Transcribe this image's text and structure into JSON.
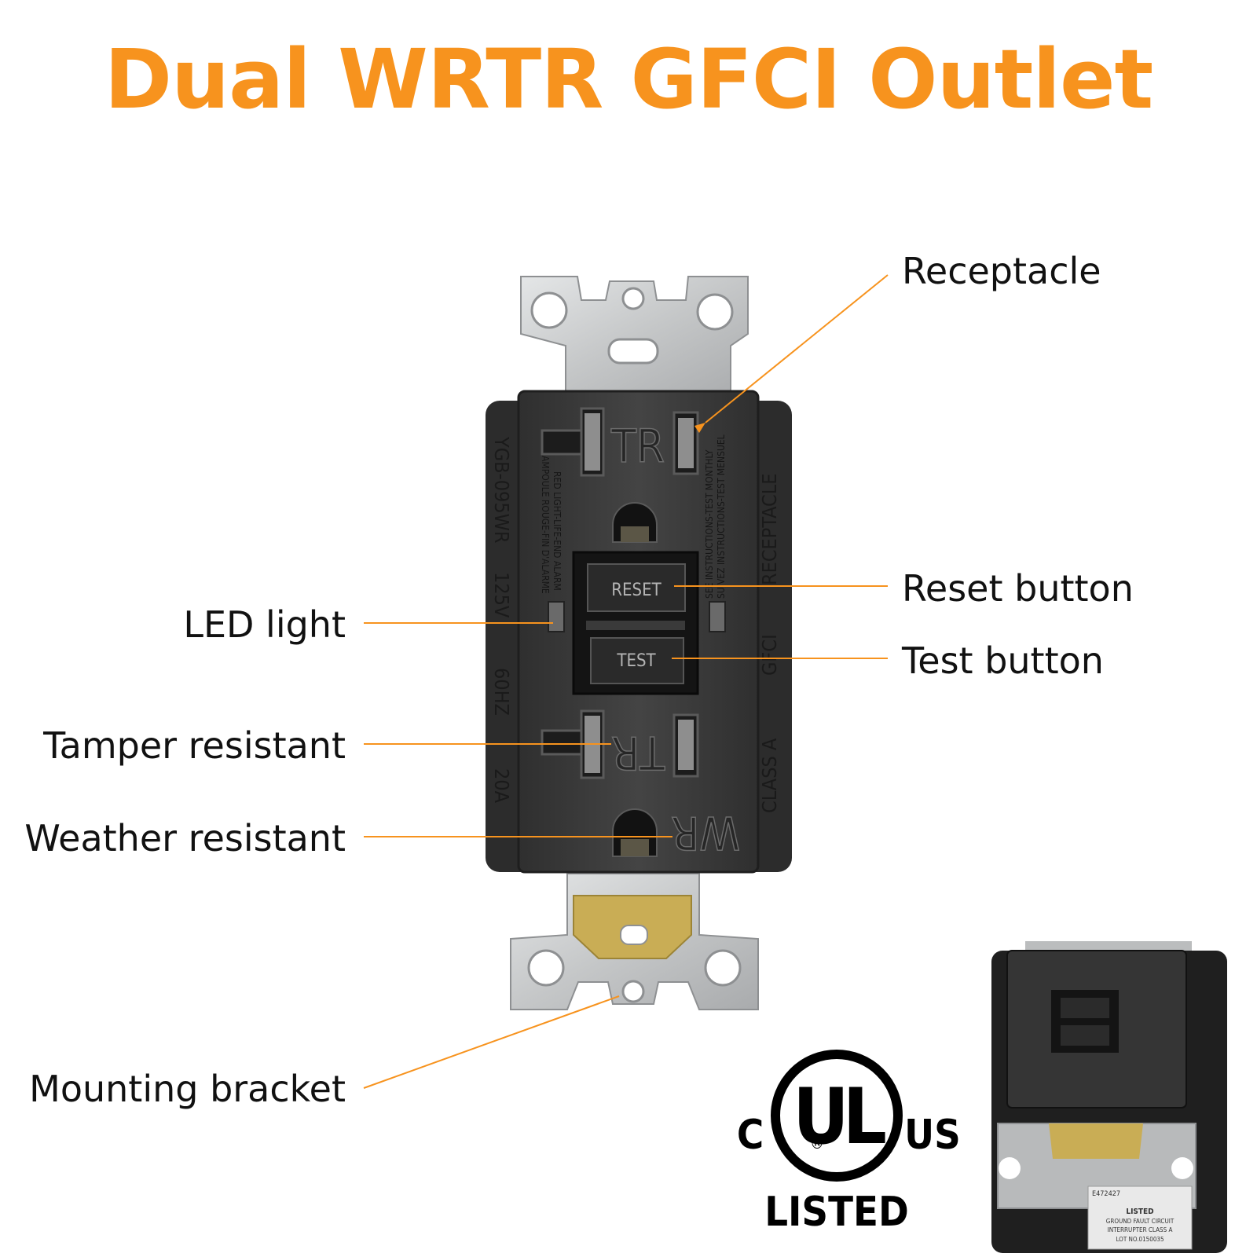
{
  "title": "Dual WRTR GFCI Outlet",
  "colors": {
    "accent": "#F7931E",
    "outlet_body": "#3d3d3d",
    "bracket_metal": "#c9cbcc",
    "brass": "#c9ad55"
  },
  "callouts": {
    "receptacle": "Receptacle",
    "reset_button": "Reset button",
    "test_button": "Test button",
    "led_light": "LED light",
    "tamper_resistant": "Tamper resistant",
    "weather_resistant": "Weather resistant",
    "mounting_bracket": "Mounting bracket"
  },
  "outlet_markings": {
    "tr_top": "TR",
    "tr_bottom": "TR",
    "wr": "WR",
    "reset": "RESET",
    "test": "TEST",
    "model": "YGB-095WR",
    "voltage": "125V",
    "frequency": "60HZ",
    "amperage": "20A",
    "receptacle": "RECEPTACLE",
    "gfci": "GFCI",
    "class": "CLASS A",
    "led_note_1": "RED LIGHT-LIFE-END ALARM",
    "led_note_2": "AMPOULE ROUGE-FIN D'ALARME",
    "instr_1": "SEE INSTRUCTIONS-TEST MONTHLY",
    "instr_2": "SUIVEZ INSTRUCTIONS-TEST MENSUEL"
  },
  "ul_mark": {
    "c": "C",
    "ul": "UL",
    "us": "US",
    "listed": "LISTED",
    "registered": "®"
  },
  "thumbnail": {
    "label_number": "E472427",
    "label_listed": "LISTED",
    "label_line1": "GROUND FAULT CIRCUIT",
    "label_line2": "INTERRUPTER CLASS A",
    "label_lot": "LOT NO.0150035"
  }
}
